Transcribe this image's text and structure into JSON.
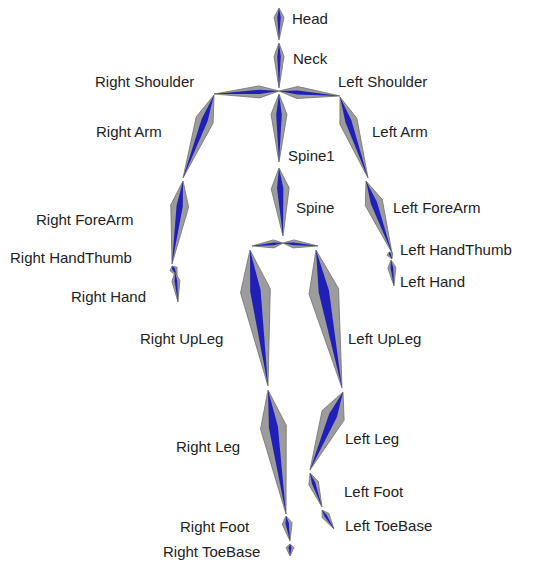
{
  "diagram": {
    "labels": [
      "Head",
      "Neck",
      "Right Shoulder",
      "Left Shoulder",
      "Right Arm",
      "Left Arm",
      "Spine1",
      "Spine",
      "Right ForeArm",
      "Left ForeArm",
      "Right HandThumb",
      "Left HandThumb",
      "Right Hand",
      "Left Hand",
      "Right UpLeg",
      "Left UpLeg",
      "Right Leg",
      "Left Leg",
      "Left Foot",
      "Right Foot",
      "Left ToeBase",
      "Right ToeBase"
    ]
  }
}
